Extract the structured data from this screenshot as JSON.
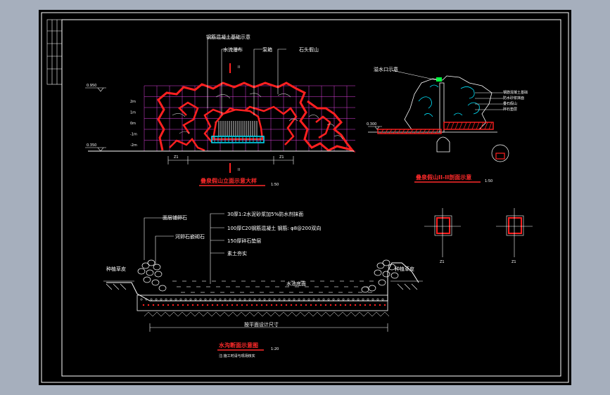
{
  "colors": {
    "background": "#a6afbd",
    "paper": "#000000",
    "border": "#ffffff",
    "rock_outline": "#ff2020",
    "grid": "#e040e0",
    "water": "#00e5ff",
    "title": "#ff2a2a"
  },
  "elevation_view": {
    "title": "叠泉假山立面示意大样",
    "scale": "1:50",
    "section_mark": "II",
    "callouts": [
      "钢筋混凝土基础示意",
      "水流瀑布",
      "泵箱",
      "石头假山"
    ],
    "level_top": "0.950",
    "level_bottom": "0.350",
    "height_marks": [
      "2m",
      "1m",
      "0m",
      "-1m",
      "-2m"
    ],
    "dimension_left": "Z1",
    "dimension_right": "Z1"
  },
  "side_section": {
    "title": "叠泉假山II-II剖面示意",
    "scale": "1:50",
    "callout_top": "溢水口示意",
    "level_mark": "0.300",
    "notes_right": [
      "钢筋混凝土基础",
      "防水砂浆抹面",
      "叠石假山",
      "碎石垫层"
    ]
  },
  "column_details": {
    "z1_label": "Z1",
    "z2_label": "Z1"
  },
  "water_channel": {
    "title": "水沟断面示意图",
    "scale": "1:20",
    "subtitle": "注:施工时请与现场核实",
    "left_labels": [
      "面层铺卵石",
      "河卵石嵌砌石"
    ],
    "top_labels": [
      "30厚1:2水泥砂浆加5%防水剂抹面",
      "100厚C20钢筋混凝土 钢筋: φ8@200双向",
      "150厚碎石垫层",
      "素土夯实"
    ],
    "edge_left": "种植草皮",
    "edge_right": "种植草皮",
    "water_label": "水池底面",
    "bottom_dim": "按平面设计尺寸"
  }
}
